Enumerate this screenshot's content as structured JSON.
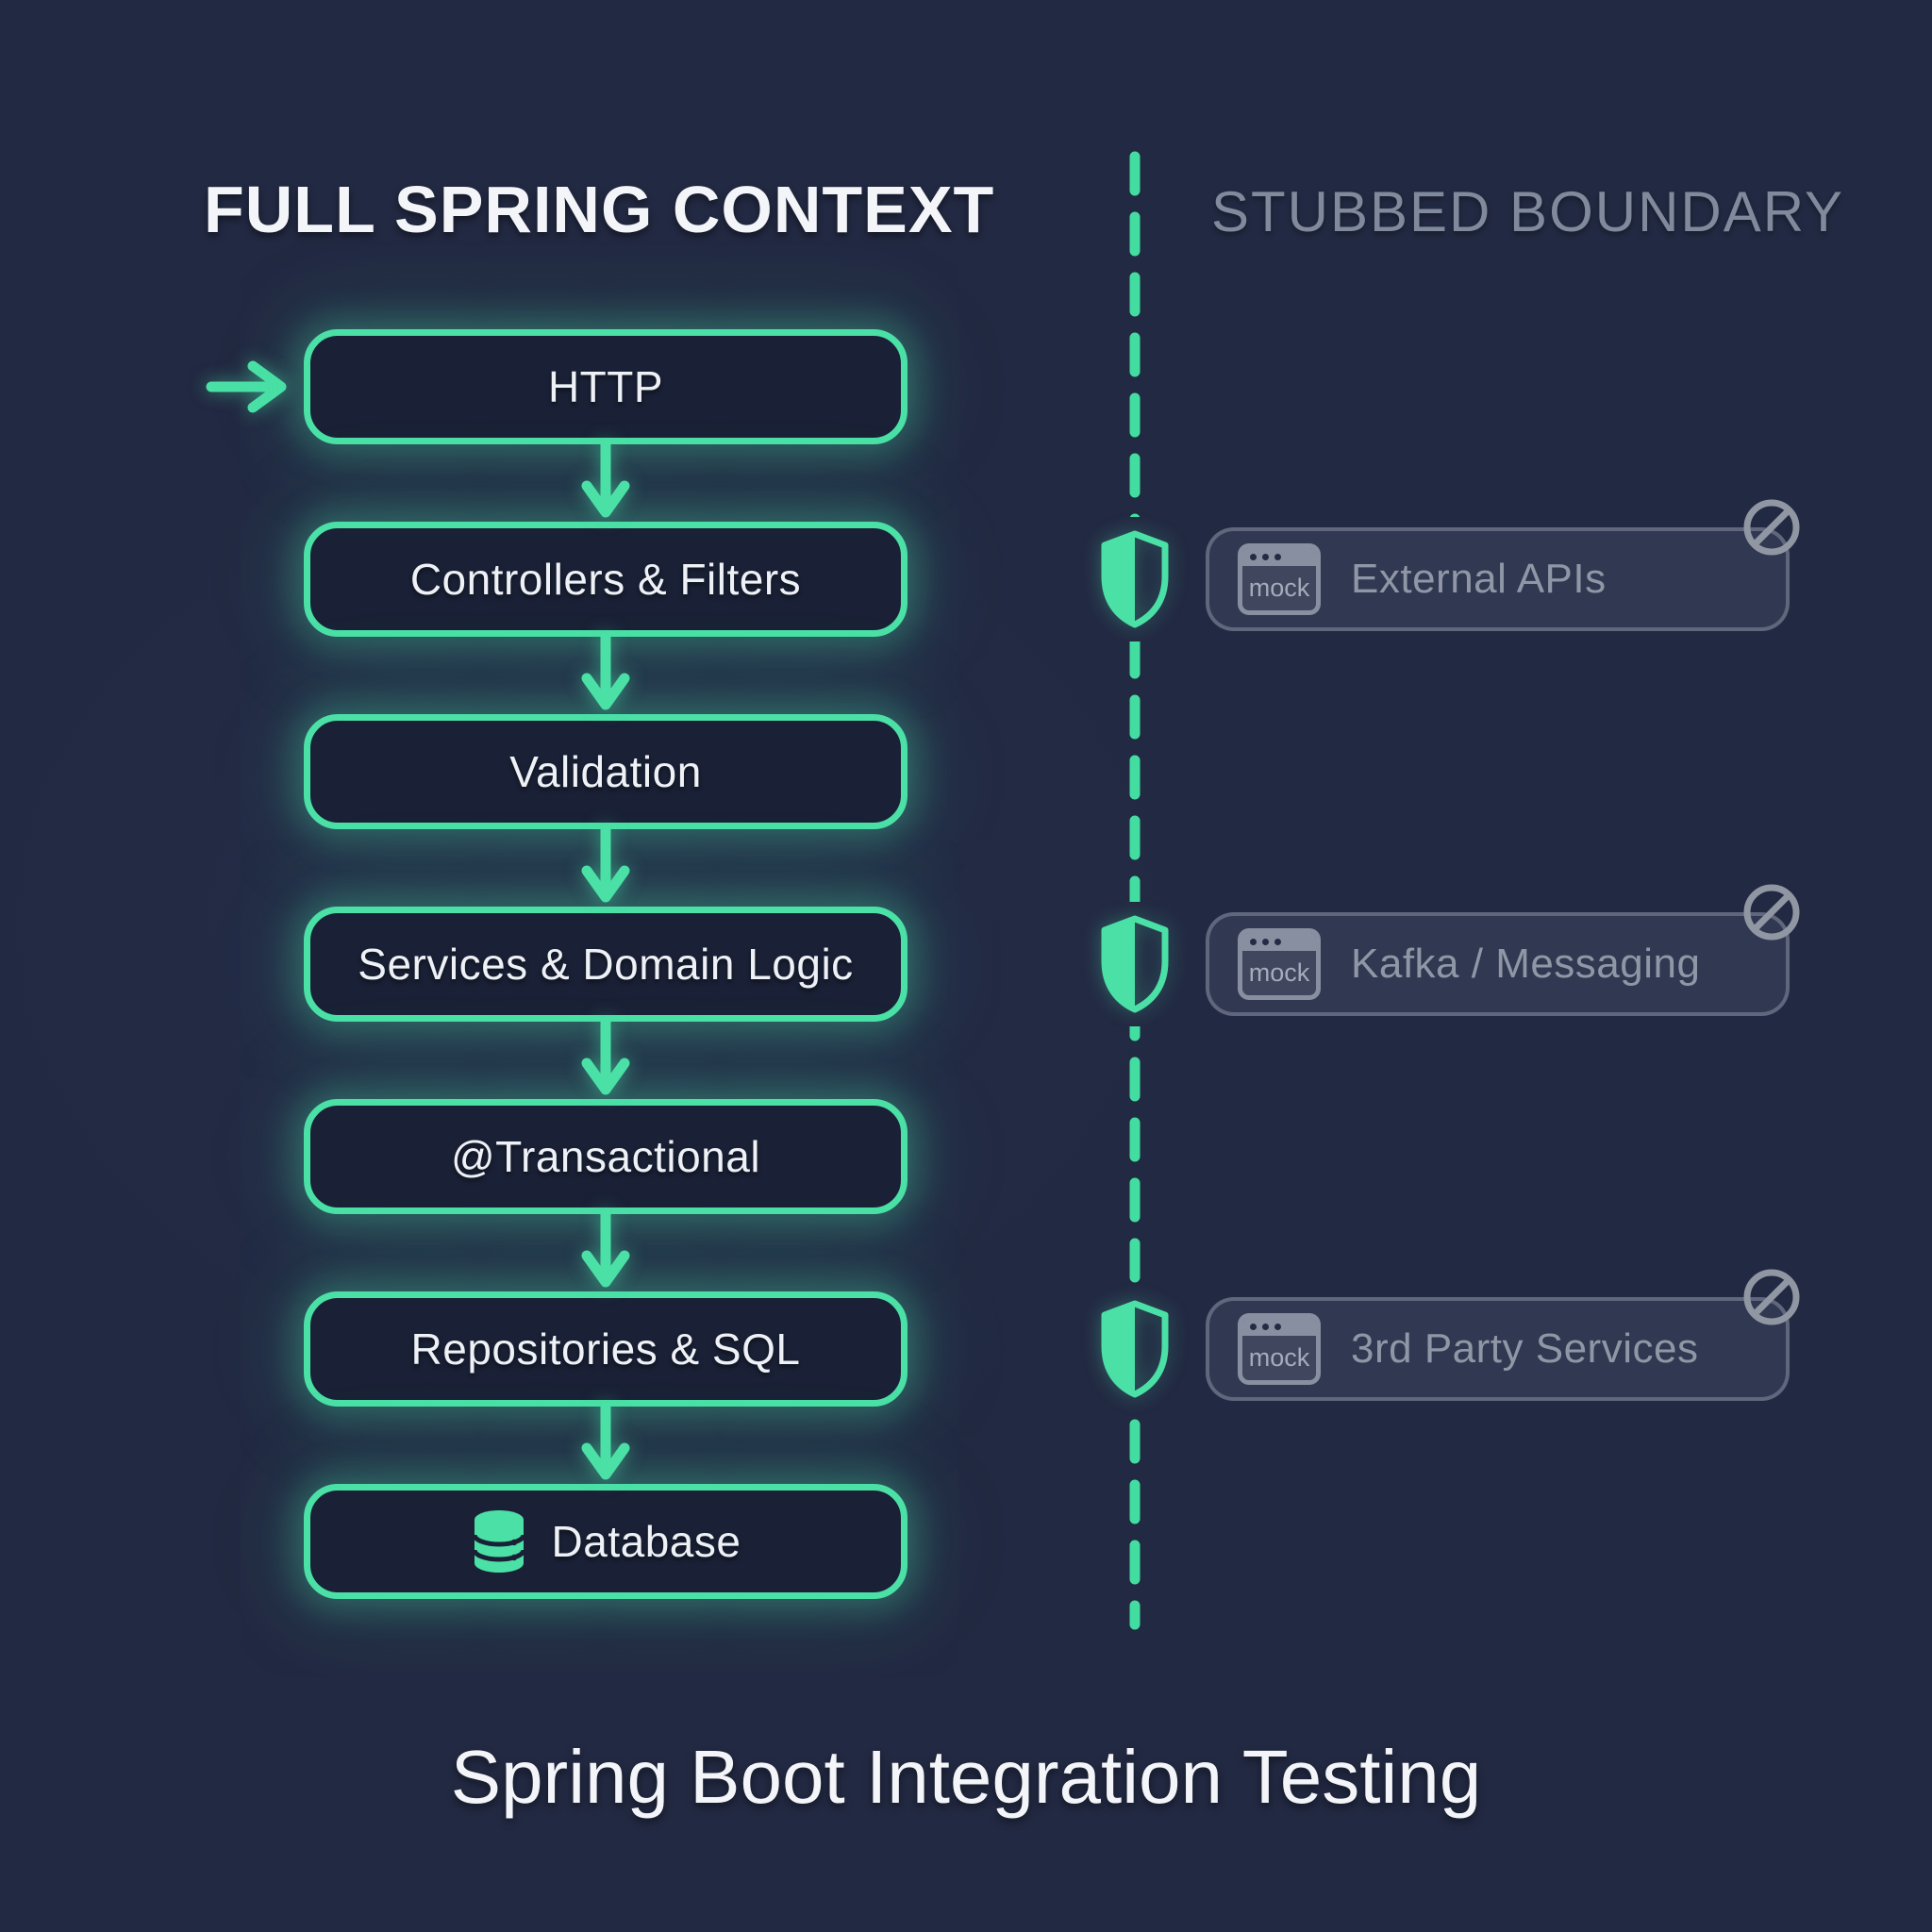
{
  "header": {
    "left_title": "FULL SPRING CONTEXT",
    "right_title": "STUBBED BOUNDARY"
  },
  "pipeline": {
    "steps": [
      {
        "label": "HTTP"
      },
      {
        "label": "Controllers & Filters"
      },
      {
        "label": "Validation"
      },
      {
        "label": "Services & Domain Logic"
      },
      {
        "label": "@Transactional"
      },
      {
        "label": "Repositories & SQL"
      },
      {
        "label": "Database"
      }
    ]
  },
  "stubbed": {
    "items": [
      {
        "label": "External APIs",
        "badge": "mock"
      },
      {
        "label": "Kafka / Messaging",
        "badge": "mock"
      },
      {
        "label": "3rd Party Services",
        "badge": "mock"
      }
    ]
  },
  "footer": {
    "title": "Spring Boot Integration Testing"
  },
  "colors": {
    "background": "#222942",
    "accent_green": "#4ae0a6",
    "box_fill": "#1a2136",
    "muted_gray": "#8f97a7",
    "text_white": "#f3f5f9"
  }
}
